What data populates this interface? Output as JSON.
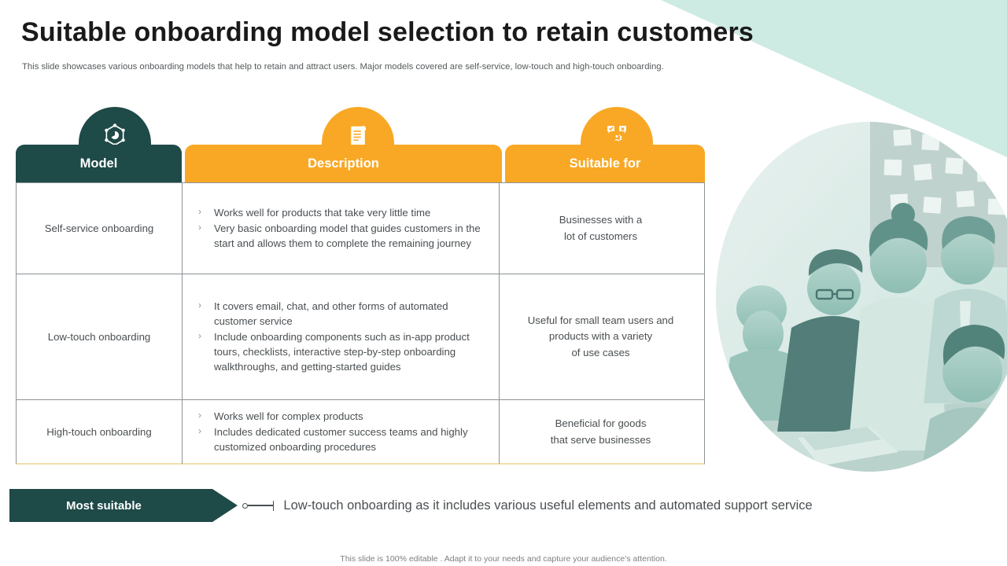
{
  "slide": {
    "title": "Suitable onboarding model selection to retain customers",
    "subtitle": "This slide showcases various onboarding models that help to retain and attract users. Major models covered are self-service, low-touch and high-touch onboarding.",
    "footer_note": "This slide is 100% editable . Adapt it to your needs and capture your audience’s attention."
  },
  "colors": {
    "dark_teal": "#1e4a48",
    "amber": "#f9a825",
    "teal_wedge": "#cdeae3",
    "border_grey": "#8c9396",
    "text_grey": "#4a4f52",
    "bottom_border": "#f0dfab"
  },
  "table": {
    "headers": [
      {
        "label": "Model",
        "icon": "hexagon-network-icon",
        "style": "dark"
      },
      {
        "label": "Description",
        "icon": "document-scroll-icon",
        "style": "amber"
      },
      {
        "label": "Suitable for",
        "icon": "decision-gear-person-icon",
        "style": "amber"
      }
    ],
    "rows": [
      {
        "model": "Self-service onboarding",
        "description": [
          "Works well for products that take very little time",
          "Very basic onboarding model that guides customers in the start and allows them to complete the remaining journey"
        ],
        "suitable_for": "Businesses with a\nlot of customers"
      },
      {
        "model": "Low-touch onboarding",
        "description": [
          "It covers email, chat, and other forms of automated customer service",
          "Include  onboarding components such as in-app product tours, checklists, interactive step-by-step onboarding walkthroughs,  and  getting-started guides"
        ],
        "suitable_for": "Useful for small team users and\nproducts with a variety\nof use cases"
      },
      {
        "model": "High-touch onboarding",
        "description": [
          "Works well for complex products",
          "Includes  dedicated customer success teams and highly customized onboarding procedures"
        ],
        "suitable_for": "Beneficial for goods\nthat serve businesses"
      }
    ]
  },
  "banner": {
    "label": "Most suitable",
    "text": "Low-touch onboarding as it includes various useful elements and automated support service"
  },
  "image": {
    "caption": "team-collaboration-photo"
  }
}
